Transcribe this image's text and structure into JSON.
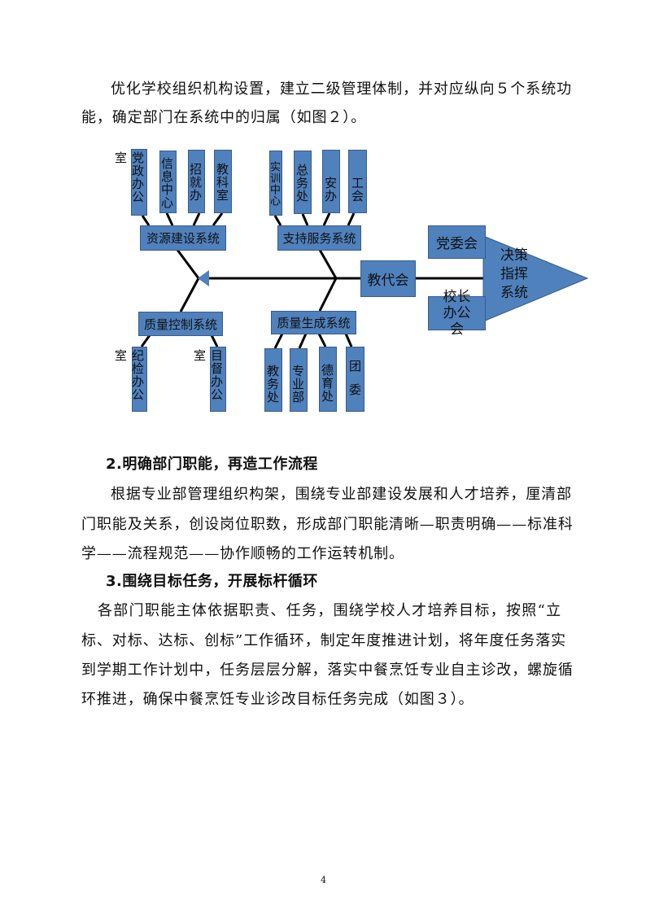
{
  "intro": {
    "lines": [
      "优化学校组织机构设置，建立二级管理体制，并对应纵向５个系统功",
      "能，确定部门在系统中的归属（如图２）。"
    ]
  },
  "diagram": {
    "resource_system": {
      "label": "资源建设系统",
      "units": [
        "党政办公室",
        "信息中心",
        "招就办",
        "教科室"
      ]
    },
    "support_system": {
      "label": "支持服务系统",
      "units": [
        "实训中心",
        "总务处",
        "安办",
        "工会"
      ]
    },
    "quality_control_system": {
      "label": "质量控制系统",
      "units": [
        "纪检办公室",
        "目督办公室"
      ]
    },
    "quality_generation_system": {
      "label": "质量生成系统",
      "units": [
        "教务处",
        "专业部",
        "德育处",
        "团委"
      ]
    },
    "congress": "教代会",
    "party_committee": "党委会",
    "principal_office": "校长办公会",
    "decision_system": "决策指挥系统",
    "colors": {
      "box": "#4f81bd",
      "border": "#385d8a"
    }
  },
  "section2": {
    "heading": "2.明确部门职能，再造工作流程",
    "lines": [
      "根据专业部管理组织构架，围绕专业部建设发展和人才培养，厘清部",
      "门职能及关系，创设岗位职数，形成部门职能清晰—职责明确——标准科",
      "学——流程规范——协作顺畅的工作运转机制。"
    ]
  },
  "section3": {
    "heading": "3.围绕目标任务，开展标杆循环",
    "lines": [
      "各部门职能主体依据职责、任务，围绕学校人才培养目标，按照“立",
      "标、对标、达标、创标”工作循环，制定年度推进计划，将年度任务落实",
      "到学期工作计划中，任务层层分解，落实中餐烹饪专业自主诊改，螺旋循",
      "环推进，确保中餐烹饪专业诊改目标任务完成（如图３）。"
    ]
  },
  "page_number": "4"
}
